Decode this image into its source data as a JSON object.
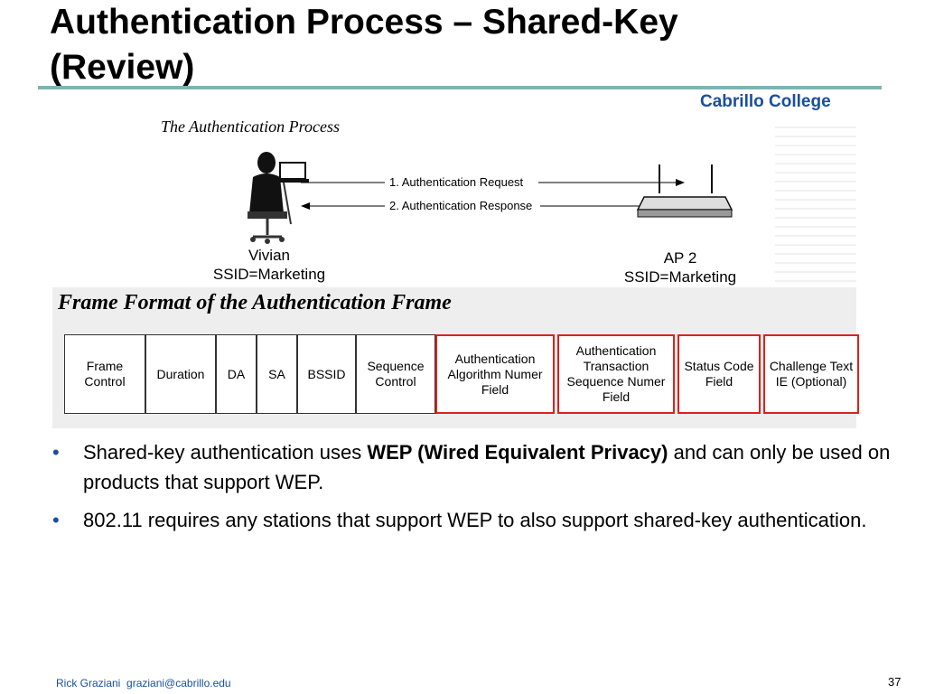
{
  "slide": {
    "title_line1": "Authentication Process – Shared-Key",
    "title_line2": "(Review)",
    "brand": "Cabrillo College",
    "page_number": "37"
  },
  "figure": {
    "caption_process": "The Authentication Process",
    "message_request": "1. Authentication Request",
    "message_response": "2. Authentication Response",
    "station_name": "Vivian",
    "station_ssid": "SSID=Marketing",
    "ap_name": "AP 2",
    "ap_ssid": "SSID=Marketing",
    "caption_frame": "Frame Format of the Authentication Frame",
    "fields": [
      {
        "label": "Frame Control",
        "highlighted": false
      },
      {
        "label": "Duration",
        "highlighted": false
      },
      {
        "label": "DA",
        "highlighted": false
      },
      {
        "label": "SA",
        "highlighted": false
      },
      {
        "label": "BSSID",
        "highlighted": false
      },
      {
        "label": "Sequence Control",
        "highlighted": false
      },
      {
        "label": "Authentication Algorithm Numer Field",
        "highlighted": true
      },
      {
        "label": "Authentication Transaction Sequence Numer Field",
        "highlighted": true
      },
      {
        "label": "Status Code Field",
        "highlighted": true
      },
      {
        "label": "Challenge Text IE (Optional)",
        "highlighted": true
      }
    ],
    "highlight_color": "#e0201b"
  },
  "bullets": [
    {
      "before": "Shared-key authentication uses ",
      "bold": "WEP (Wired Equivalent Privacy)",
      "after": " and can only be used on products that support WEP."
    },
    {
      "before": "802.11 requires any stations that support WEP to also support shared-key authentication.",
      "bold": "",
      "after": ""
    }
  ],
  "footer": {
    "author": "Rick Graziani",
    "email": "graziani@cabrillo.edu"
  },
  "colors": {
    "accent_blue": "#1a4f9c",
    "rule_teal": "#7fb3b3"
  }
}
